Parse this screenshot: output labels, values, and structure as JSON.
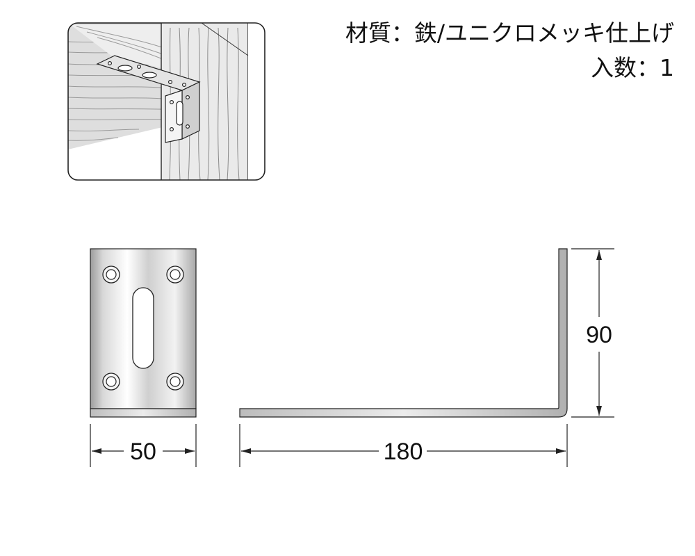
{
  "specs": {
    "material": "材質：鉄/ユニクロメッキ仕上げ",
    "quantity": "入数：1"
  },
  "dimensions": {
    "width": "50",
    "length": "180",
    "height": "90"
  },
  "colors": {
    "line": "#1a1a1a",
    "metal_light": "#f4f4f4",
    "metal_mid": "#c9c9c9",
    "wood": "#d9d9d9"
  }
}
